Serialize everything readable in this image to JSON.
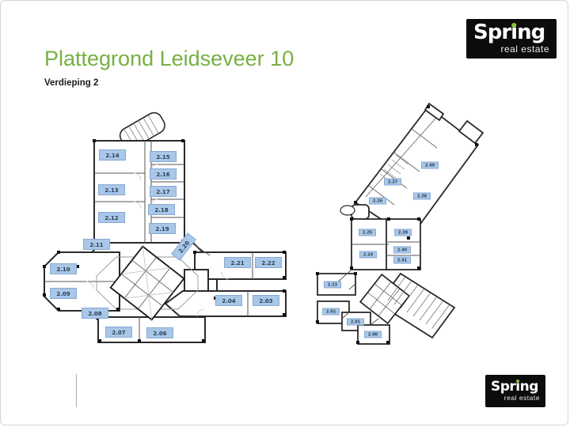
{
  "slide": {
    "title": "Plattegrond Leidseveer 10",
    "subtitle": "Verdieping 2"
  },
  "logo": {
    "name": "Spring",
    "tagline": "real estate",
    "display_parts": {
      "pre": "Spr",
      "stem": "ı",
      "post": "ng"
    }
  },
  "floorplans": [
    {
      "id": "left",
      "rooms": [
        "2.14",
        "2.15",
        "2.13",
        "2.16",
        "2.17",
        "2.12",
        "2.18",
        "2.19",
        "2.11",
        "2.20",
        "2.10",
        "2.21",
        "2.22",
        "2.09",
        "2.08",
        "2.04",
        "2.03",
        "2.07",
        "2.06"
      ]
    },
    {
      "id": "right",
      "rooms": [
        "2.49",
        "2.27",
        "2.38",
        "2.26",
        "2.25",
        "2.39",
        "2.24",
        "2.40",
        "2.41",
        "2.23",
        "2.02",
        "2.01",
        "2.00"
      ]
    }
  ],
  "colors": {
    "title_green": "#76b043",
    "logo_bg": "#0c0c0c",
    "logo_accent": "#8cc63e",
    "room_label_bg": "#a9c7e8",
    "room_label_text": "#2c3e50",
    "wall": "#2a2a2a"
  }
}
